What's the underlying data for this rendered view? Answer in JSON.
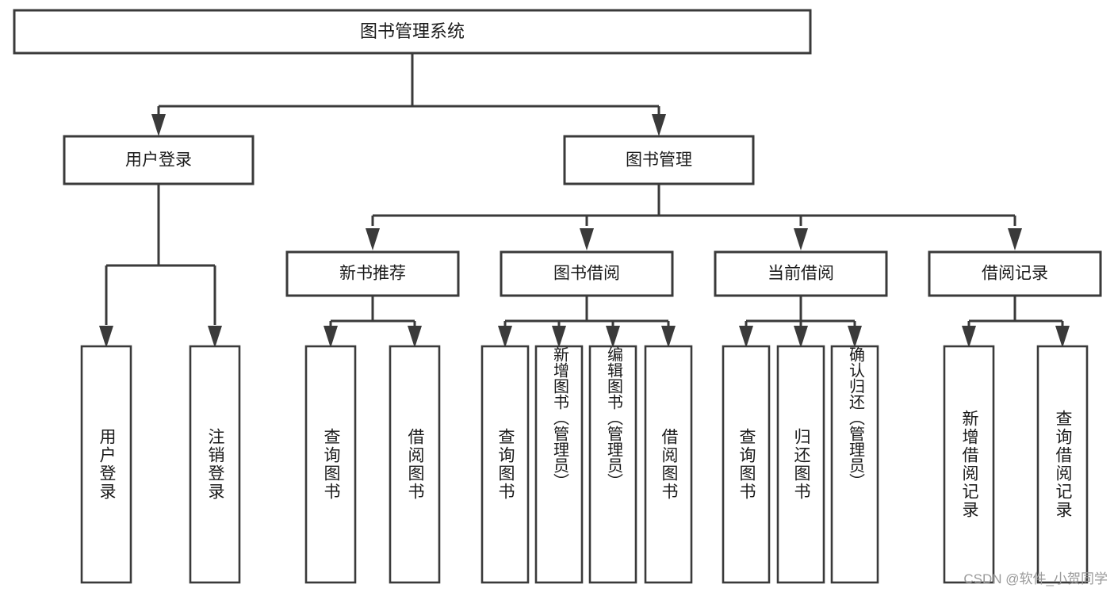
{
  "diagram": {
    "type": "tree-hierarchy-chart",
    "title_text": "图书管理系统",
    "watermark": "CSDN @软件_小贺同学",
    "colors": {
      "background": "#ffffff",
      "box_stroke": "#3a3a3a",
      "box_fill": "#ffffff",
      "text": "#1a1a1a",
      "watermark_text": "#9a9a9a"
    },
    "root": {
      "label": "图书管理系统"
    },
    "level2": [
      {
        "label": "用户登录"
      },
      {
        "label": "图书管理"
      }
    ],
    "level3": [
      {
        "label": "新书推荐"
      },
      {
        "label": "图书借阅"
      },
      {
        "label": "当前借阅"
      },
      {
        "label": "借阅记录"
      }
    ],
    "leaves": {
      "user_login": [
        {
          "label": "用户登录"
        },
        {
          "label": "注销登录"
        }
      ],
      "new_book_recommend": [
        {
          "label": "查询图书"
        },
        {
          "label": "借阅图书"
        }
      ],
      "book_borrow": [
        {
          "label": "查询图书"
        },
        {
          "label": "新增图书（管理员）"
        },
        {
          "label": "编辑图书（管理员）"
        },
        {
          "label": "借阅图书"
        }
      ],
      "current_borrow": [
        {
          "label": "查询图书"
        },
        {
          "label": "归还图书"
        },
        {
          "label": "确认归还（管理员）"
        }
      ],
      "borrow_record": [
        {
          "label": "新增借阅记录"
        },
        {
          "label": "查询借阅记录"
        }
      ]
    }
  }
}
